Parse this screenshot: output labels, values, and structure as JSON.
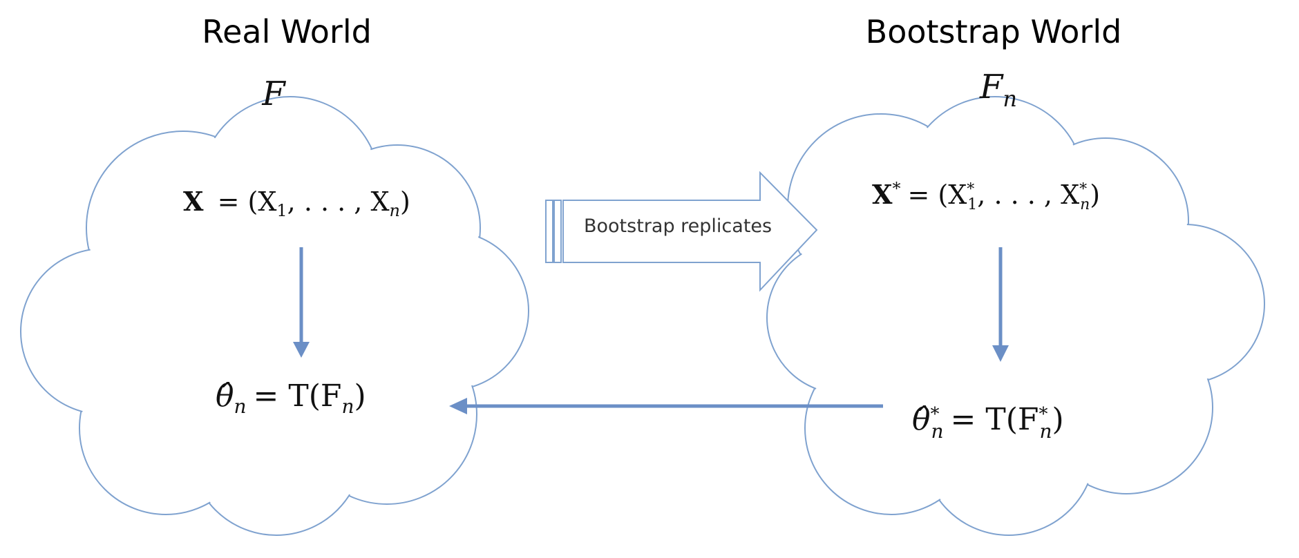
{
  "real_world": {
    "title": "Real World",
    "distribution": "F",
    "sample": {
      "lhs": "X",
      "rhs_open": "= (X",
      "sub1": "1",
      "mid": ", . . . , X",
      "subn": "n",
      "close": ")"
    },
    "estimator": {
      "theta": "θ̂",
      "sub": "n",
      "rhs": "= T(F",
      "rhs_sub": "n",
      "close": ")"
    }
  },
  "bootstrap_world": {
    "title": "Bootstrap World",
    "distribution": "F",
    "distribution_sub": "n",
    "sample": {
      "lhs": "X",
      "lhs_sup": "*",
      "rhs_open": "= (X",
      "sup1": "*",
      "sub1": "1",
      "mid": ", . . . , X",
      "supn": "*",
      "subn": "n",
      "close": ")"
    },
    "estimator": {
      "theta": "θ̂",
      "sup": "*",
      "sub": "n",
      "rhs": "= T(F",
      "rhs_sup": "*",
      "rhs_sub": "n",
      "close": ")"
    }
  },
  "connector": {
    "label": "Bootstrap replicates"
  },
  "colors": {
    "cloud_outline": "#7fa2cf",
    "arrow": "#6b8fc6"
  }
}
